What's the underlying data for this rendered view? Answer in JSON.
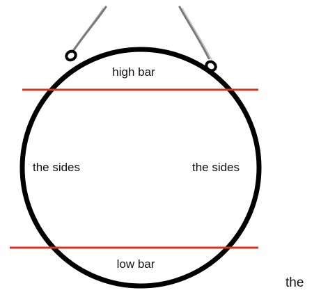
{
  "diagram": {
    "labels": {
      "top": "high bar",
      "left_side": "the sides",
      "right_side": "the sides",
      "bottom": "low bar"
    },
    "colors": {
      "hoop": "#000000",
      "guide_lines": "#d9321f",
      "rope": "#7a7a7a"
    }
  },
  "trailing_text": "the"
}
